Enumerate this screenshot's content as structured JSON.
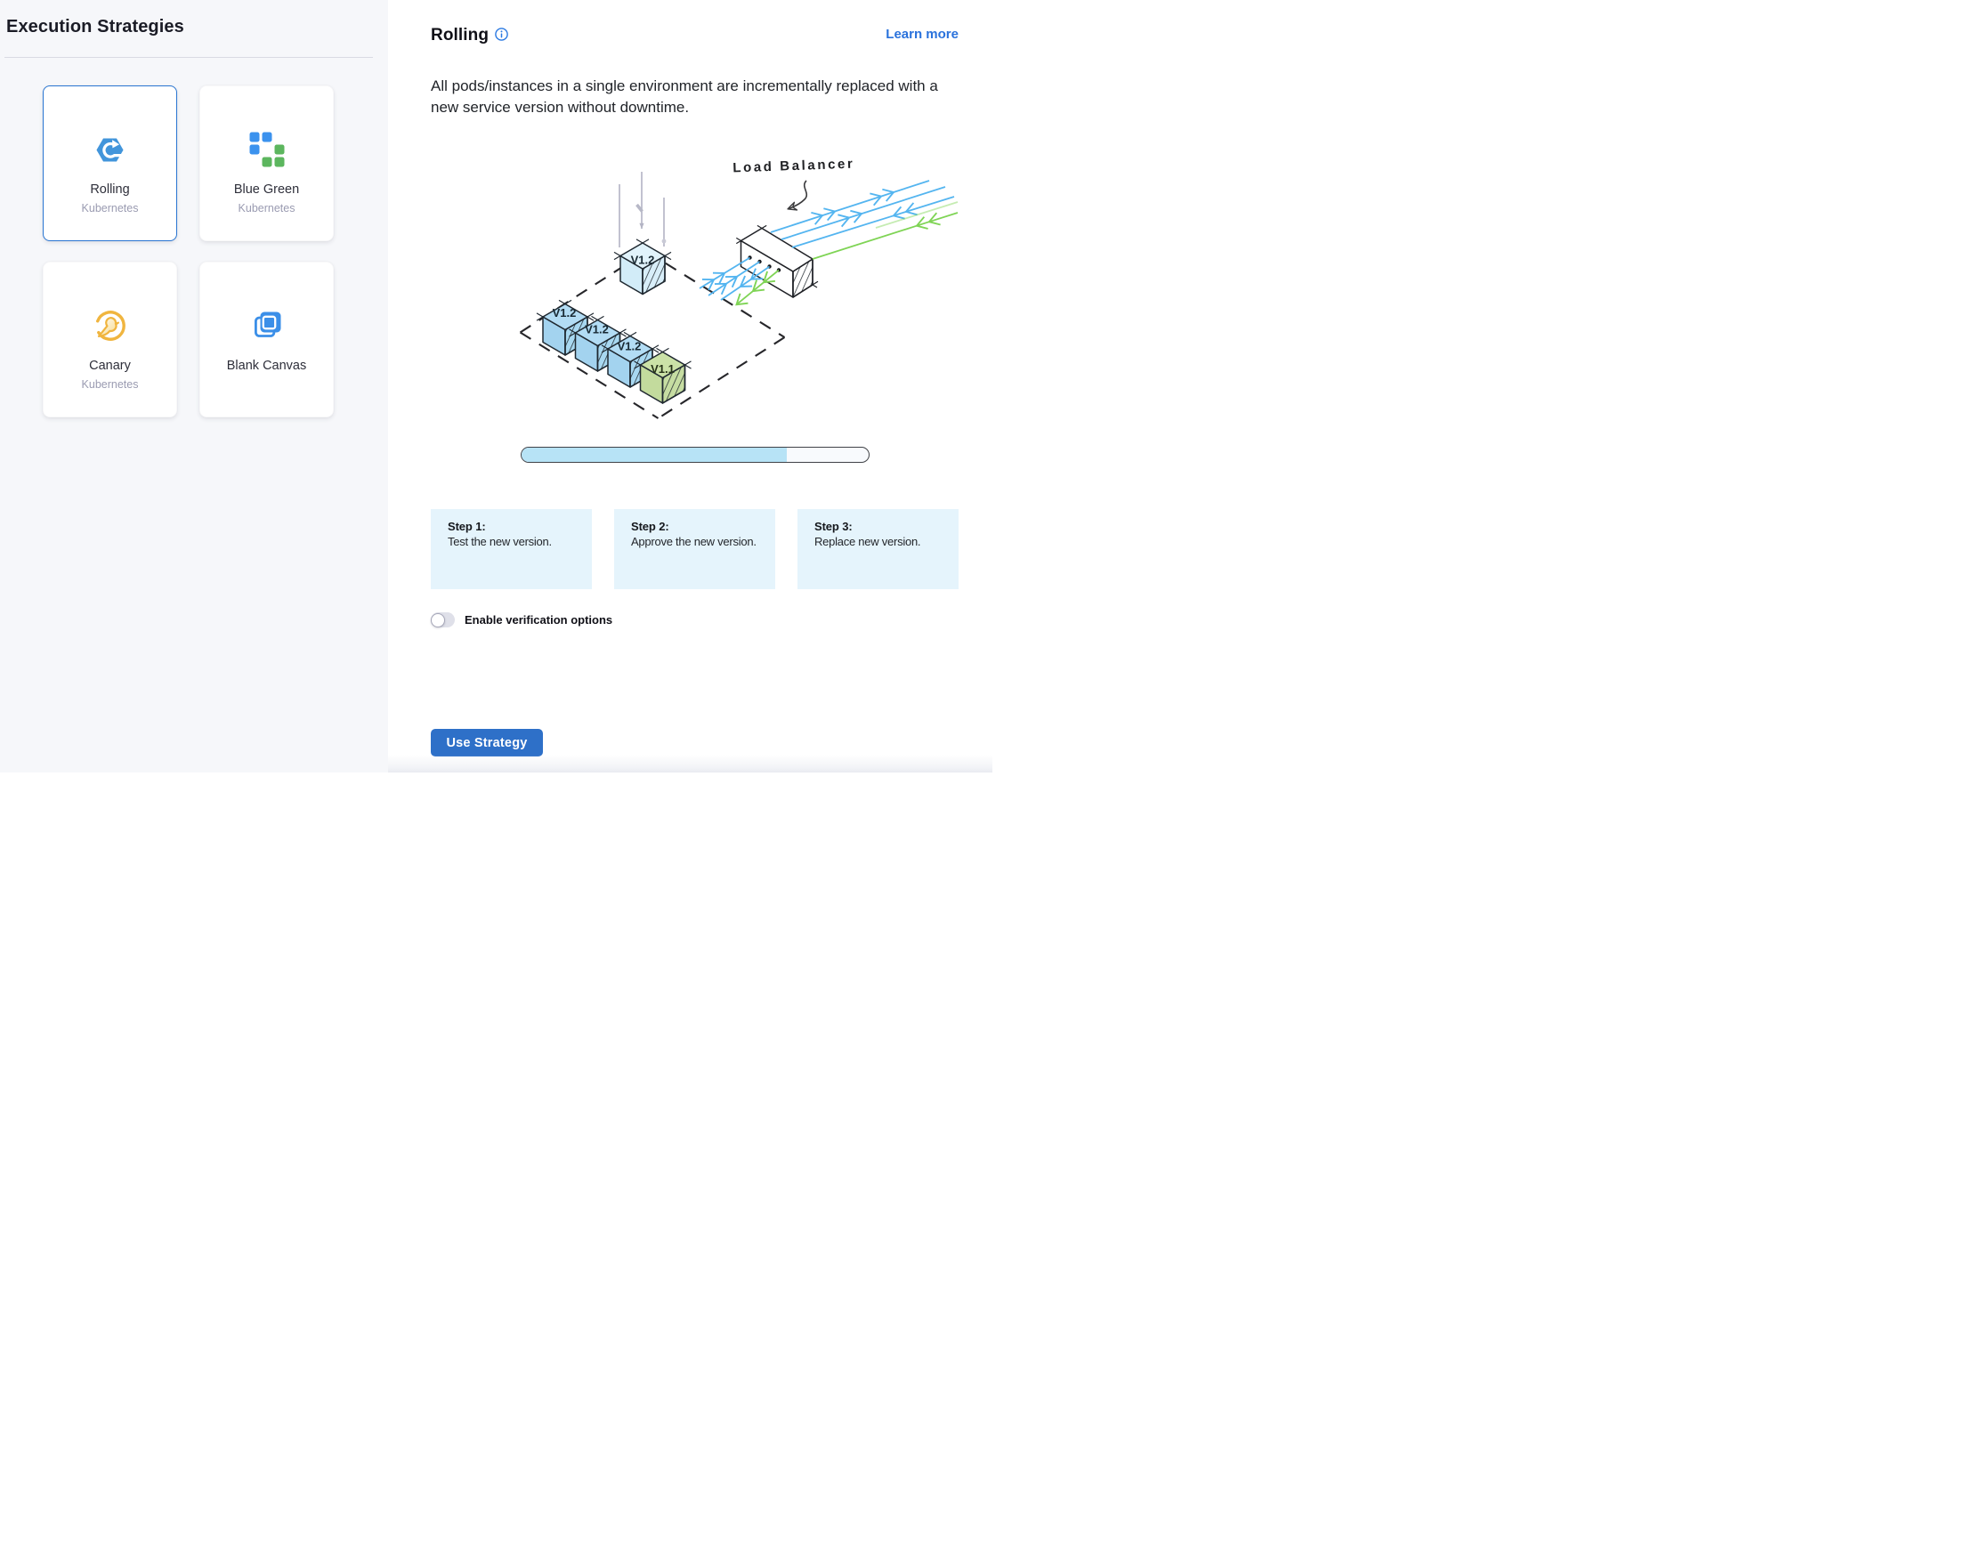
{
  "sidebar": {
    "title": "Execution Strategies",
    "strategies": [
      {
        "label": "Rolling",
        "subtitle": "Kubernetes",
        "icon": "rolling-icon",
        "selected": true
      },
      {
        "label": "Blue Green",
        "subtitle": "Kubernetes",
        "icon": "blue-green-icon",
        "selected": false
      },
      {
        "label": "Canary",
        "subtitle": "Kubernetes",
        "icon": "canary-icon",
        "selected": false
      },
      {
        "label": "Blank Canvas",
        "subtitle": "",
        "icon": "blank-canvas-icon",
        "selected": false
      }
    ]
  },
  "detail": {
    "title": "Rolling",
    "learn_more_label": "Learn more",
    "description": "All pods/instances in a single environment are incrementally replaced with a new service version without downtime.",
    "steps": [
      {
        "title": "Step 1:",
        "text": "Test the new version."
      },
      {
        "title": "Step 2:",
        "text": "Approve the new version."
      },
      {
        "title": "Step 3:",
        "text": "Replace new version."
      }
    ],
    "toggle_label": "Enable verification options",
    "toggle_state": "off",
    "use_button_label": "Use Strategy"
  },
  "illustration": {
    "load_balancer_label": "Load Balancer",
    "floating_cube_label": "V1.2",
    "row_cube_labels": [
      "V1.2",
      "V1.2",
      "V1.2",
      "V1.1"
    ],
    "progress_percent": 76,
    "colors": {
      "accent_blue": "#2a72dc",
      "button_blue": "#2e70c8",
      "arrow_blue": "#54b5f0",
      "arrow_green": "#7fd455",
      "cube_blue": "#a8d8f1",
      "cube_light_blue": "#d8eef9",
      "cube_green": "#c6dda2",
      "progress_fill": "#b7e3f6",
      "step_box_bg": "#e5f4fc"
    }
  }
}
